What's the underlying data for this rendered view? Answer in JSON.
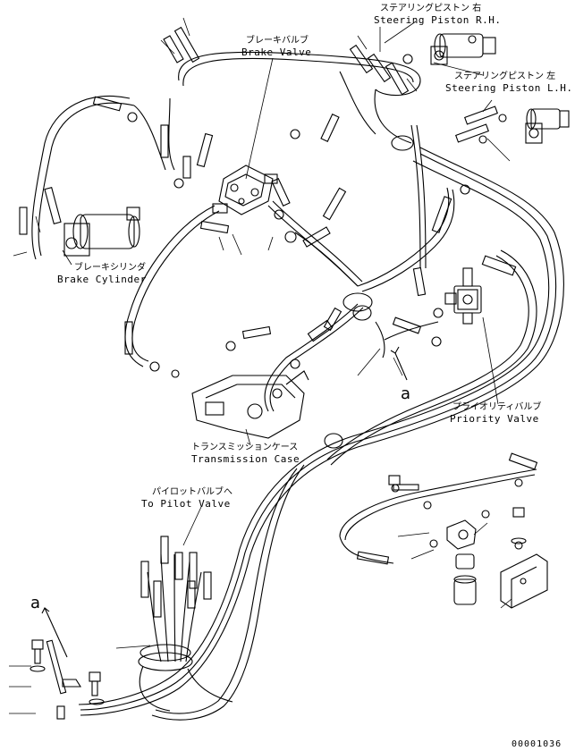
{
  "labels": {
    "steering_rh_jp": "ステアリングピストン 右",
    "steering_rh_en": "Steering Piston R.H.",
    "steering_lh_jp": "ステアリングピストン 左",
    "steering_lh_en": "Steering Piston L.H.",
    "brake_valve_jp": "ブレーキバルブ",
    "brake_valve_en": "Brake Valve",
    "brake_cyl_jp": "ブレーキシリンダ",
    "brake_cyl_en": "Brake Cylinder",
    "priority_jp": "プライオリティバルブ",
    "priority_en": "Priority Valve",
    "trans_jp": "トランスミッションケース",
    "trans_en": "Transmission Case",
    "pilot_jp": "パイロットバルブへ",
    "pilot_en": "To Pilot Valve",
    "ref_a_right": "a",
    "ref_a_left": "a",
    "drawing_code": "00001036"
  }
}
